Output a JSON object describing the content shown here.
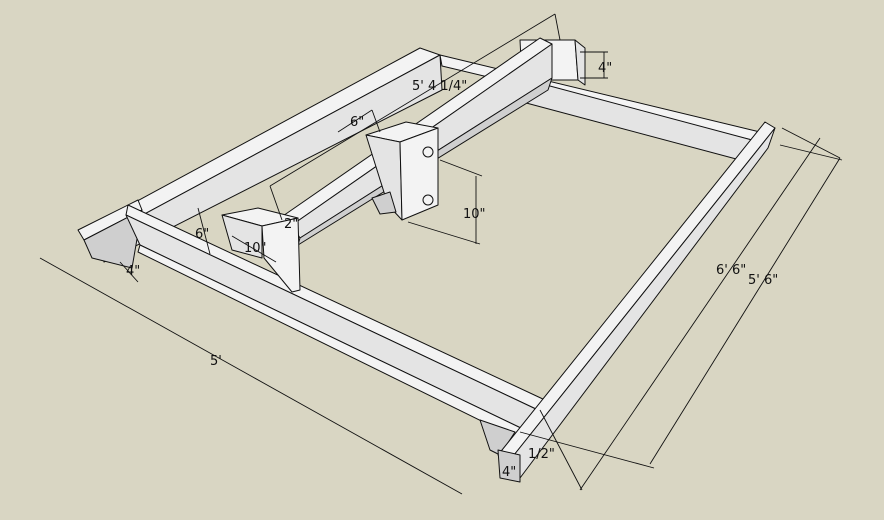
{
  "dimensions": {
    "gantry_width": "5' 4 1/4\"",
    "carriage_width": "6\"",
    "carriage_height_top": "4\"",
    "carriage_plate_height": "10\"",
    "side_carriage_height": "6\"",
    "side_carriage_width": "10\"",
    "side_carriage_depth": "2\"",
    "rail_height_left": "4\"",
    "frame_length": "5'",
    "frame_depth_outer": "6' 6\"",
    "frame_depth_inner": "5' 6\"",
    "rail_height_front": "4\"",
    "rail_offset": "1/2\""
  }
}
